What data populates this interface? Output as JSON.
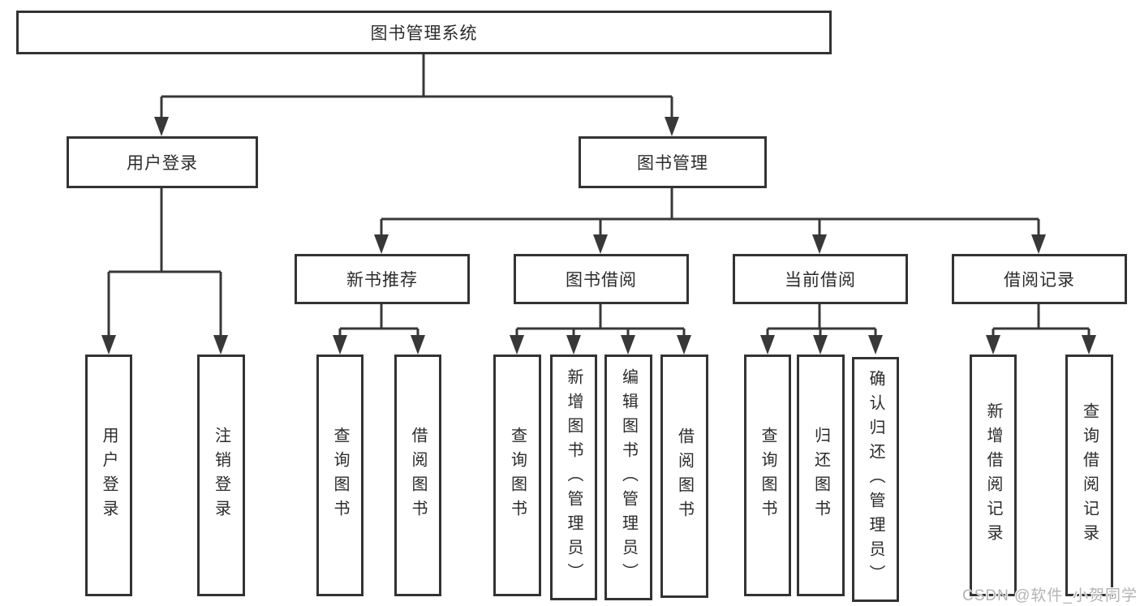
{
  "tree": {
    "label": "图书管理系统",
    "children": [
      {
        "label": "用户登录",
        "children": [
          {
            "label": "用户登录"
          },
          {
            "label": "注销登录"
          }
        ]
      },
      {
        "label": "图书管理",
        "children": [
          {
            "label": "新书推荐",
            "children": [
              {
                "label": "查询图书"
              },
              {
                "label": "借阅图书"
              }
            ]
          },
          {
            "label": "图书借阅",
            "children": [
              {
                "label": "查询图书"
              },
              {
                "label": "新增图书（管理员）"
              },
              {
                "label": "编辑图书（管理员）"
              },
              {
                "label": "借阅图书"
              }
            ]
          },
          {
            "label": "当前借阅",
            "children": [
              {
                "label": "查询图书"
              },
              {
                "label": "归还图书"
              },
              {
                "label": "确认归还（管理员）"
              }
            ]
          },
          {
            "label": "借阅记录",
            "children": [
              {
                "label": "新增借阅记录"
              },
              {
                "label": "查询借阅记录"
              }
            ]
          }
        ]
      }
    ]
  },
  "watermark": {
    "text": "CSDN @软件_小贺同学"
  },
  "colors": {
    "line": "#383838",
    "box_border": "#333333",
    "text": "#2b2b2b",
    "watermark": "#b3b3b3",
    "background": "#ffffff"
  }
}
